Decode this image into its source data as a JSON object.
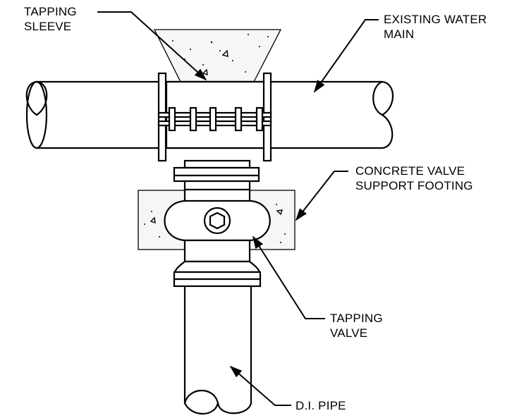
{
  "labels": {
    "tapping_sleeve": [
      "TAPPING",
      "SLEEVE"
    ],
    "existing_water_main": [
      "EXISTING WATER",
      "MAIN"
    ],
    "concrete_valve_support_footing": [
      "CONCRETE VALVE",
      "SUPPORT FOOTING"
    ],
    "tapping_valve": [
      "TAPPING",
      "VALVE"
    ],
    "di_pipe": [
      "D.I. PIPE"
    ]
  }
}
